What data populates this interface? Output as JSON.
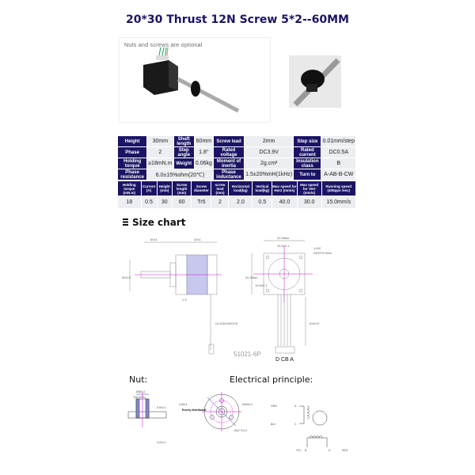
{
  "title": "20*30 Thrust 12N Screw 5*2--60MM",
  "photo_note": "Nuts and screws are optional",
  "spec_rows": [
    [
      [
        "Height",
        "30mm"
      ],
      [
        "Shaft length",
        "60mm"
      ],
      [
        "Screw lead",
        "2mm"
      ],
      [
        "Step size",
        "0.01mm/step"
      ]
    ],
    [
      [
        "Phase",
        "2"
      ],
      [
        "Step angle",
        "1.8°"
      ],
      [
        "Rated voltage",
        "DC3.9V"
      ],
      [
        "Rated current",
        "DC0.5A"
      ]
    ],
    [
      [
        "Holding torque",
        "≥18mN.m"
      ],
      [
        "Weight",
        "0.06kg"
      ],
      [
        "Moment of inertia",
        "2g.cm²"
      ],
      [
        "Insulation class",
        "B"
      ]
    ],
    [
      [
        "Phase resistance",
        "6.0±15%ohm(20℃)"
      ],
      [
        "Phase inductance",
        "1.5±20%mH(1kHz)"
      ],
      [
        "Turn to",
        "A-AB-B-CW"
      ]
    ]
  ],
  "perf_headers": [
    "Holding torque (mN.m)",
    "Current (A)",
    "Height (mm)",
    "Screw length (mm)",
    "Screw diameter",
    "screw lead (mm)",
    "Horizontal load(kg)",
    "Vertical load(kg)",
    "Max speed for Horz (mm/s)",
    "Max speed for Vert (mm/s)",
    "Running speed (400pps /sec)"
  ],
  "perf_values": [
    "18",
    "0.5",
    "30",
    "60",
    "Tr5",
    "2",
    "2.0",
    "0.5",
    "40.0",
    "30.0",
    "15.0mm/s"
  ],
  "size_chart_label": "Size chart",
  "drawing": {
    "shaft_len": "60±1",
    "body_len": "30±1",
    "flange": "1.5",
    "dia": "Ø15.5",
    "cable": "UL1061AWG28",
    "width": "20.3Max",
    "hole_pitch": "15.5±0.1",
    "height": "20.3Max",
    "hole_pitch_v": "15.5±0.1",
    "holes": "4-M2",
    "depth": "DEEP3.0Min",
    "lead_len": "100±10",
    "connector": "51021-6P",
    "pins": "D CB A"
  },
  "nut_label": "Nut:",
  "nut": {
    "dia": "Ø8±0.1",
    "thread": "Tr5X2(P1)",
    "h1": "6.5±0.1",
    "h2": "3.2±0.1",
    "holes": "3-Ø3.1",
    "evenly": "Evenly distributed",
    "d_outer": "Ø18±0.1",
    "d_pitch": "Ø12.7±0.1"
  },
  "electrical_label": "Electrical principle:",
  "electrical": {
    "grn": "GRN",
    "blk": "BLK",
    "yel": "YEL",
    "red": "RED",
    "a": "A",
    "c": "C",
    "b": "B",
    "d": "D"
  }
}
